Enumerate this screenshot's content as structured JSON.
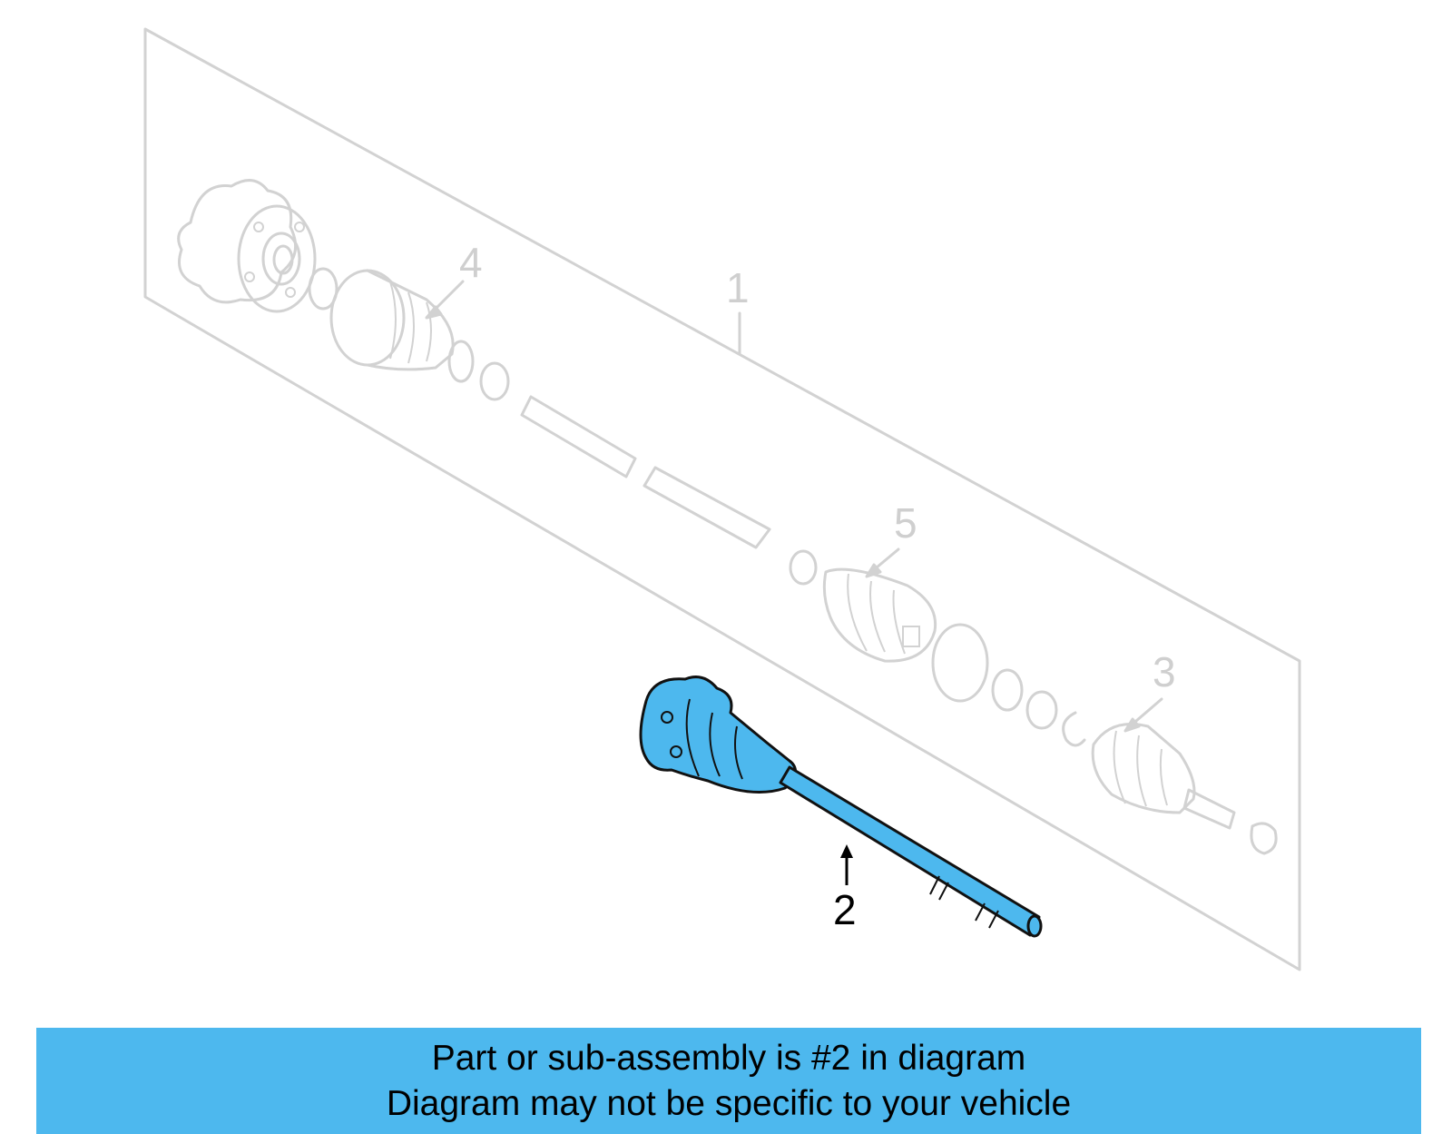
{
  "diagram": {
    "callouts": {
      "c1": "1",
      "c2": "2",
      "c3": "3",
      "c4": "4",
      "c5": "5"
    },
    "highlight_part": "2",
    "colors": {
      "highlight": "#4db8ee",
      "ghost": "#d2d2d2",
      "banner": "#4db8ee"
    }
  },
  "banner": {
    "line1": "Part or sub-assembly is #2 in diagram",
    "line2": "Diagram may not be specific to your vehicle"
  }
}
